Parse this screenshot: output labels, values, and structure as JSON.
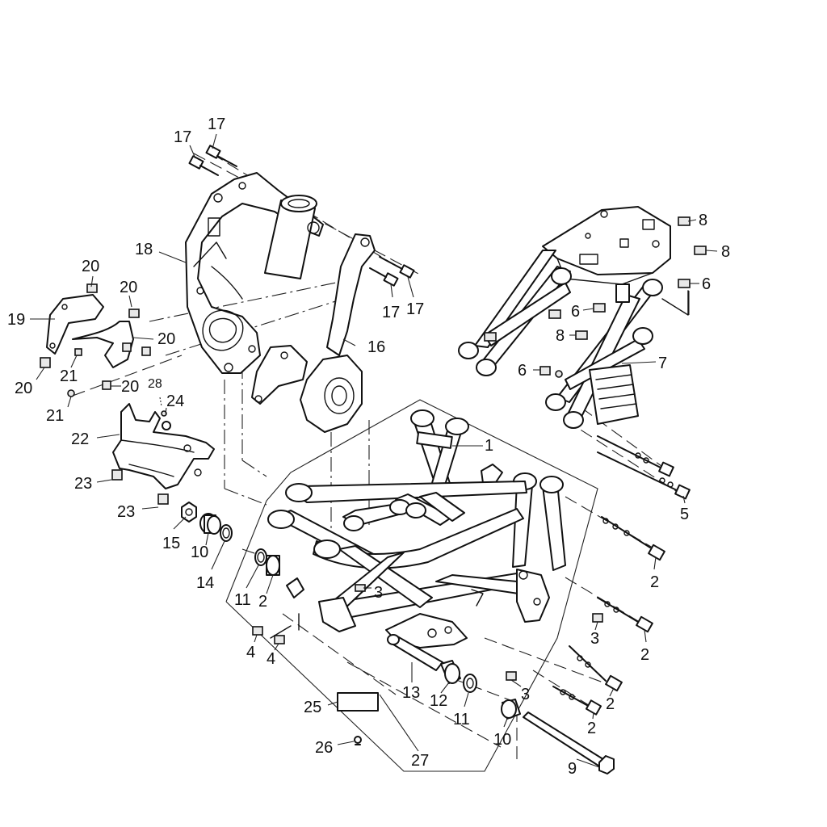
{
  "callouts": {
    "c17a": "17",
    "c17b": "17",
    "c17c": "17",
    "c17d": "17",
    "c18": "18",
    "c16": "16",
    "c20a": "20",
    "c20b": "20",
    "c20c": "20",
    "c20d": "20",
    "c20e": "20",
    "c19": "19",
    "c21a": "21",
    "c21b": "21",
    "c28": "28",
    "c24": "24",
    "c22": "22",
    "c23a": "23",
    "c23b": "23",
    "c15": "15",
    "c10a": "10",
    "c14": "14",
    "c11a": "11",
    "c2a": "2",
    "c3a": "3",
    "c4a": "4",
    "c4b": "4",
    "c1": "1",
    "c8a": "8",
    "c8b": "8",
    "c8c": "8",
    "c6a": "6",
    "c6b": "6",
    "c6c": "6",
    "c7": "7",
    "c5": "5",
    "c2b": "2",
    "c2c": "2",
    "c2d": "2",
    "c2e": "2",
    "c3b": "3",
    "c3c": "3",
    "c13": "13",
    "c12": "12",
    "c11b": "11",
    "c10b": "10",
    "c9": "9",
    "c25": "25",
    "c26": "26",
    "c27": "27"
  }
}
